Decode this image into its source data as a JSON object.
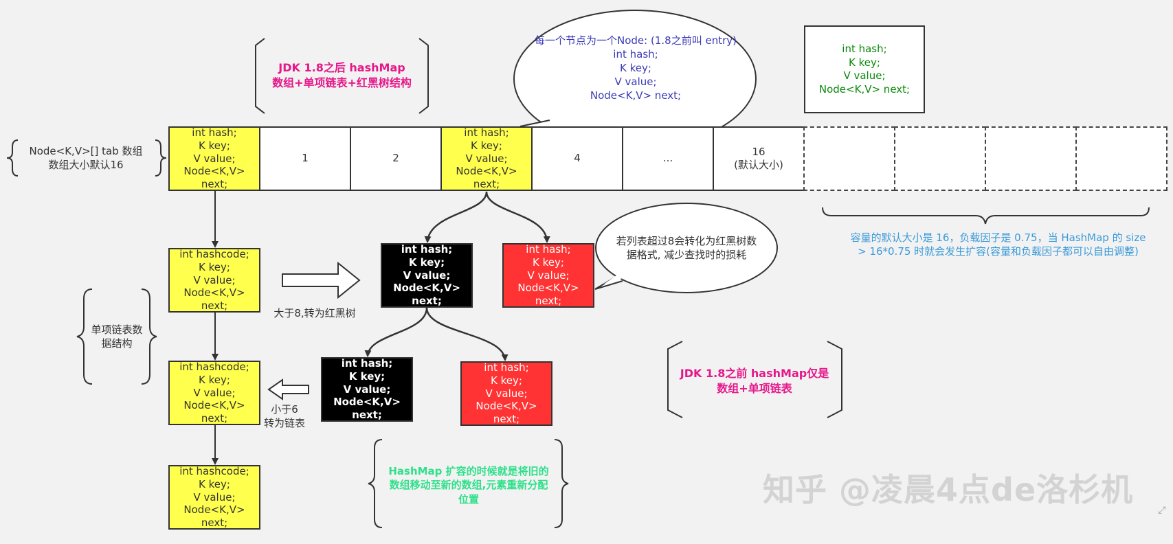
{
  "titles": {
    "after": "JDK 1.8之后 hashMap\n数组+单项链表+红黑树结构",
    "before": "JDK 1.8之前 hashMap仅是\n数组+单项链表"
  },
  "array": {
    "label": "Node<K,V>[] tab 数组\n数组大小默认16",
    "cells": [
      "int hash;\nK key;\nV value;\nNode<K,V>\nnext;",
      "1",
      "2",
      "int hash;\nK key;\nV value;\nNode<K,V>\nnext;",
      "4",
      "...",
      "16\n(默认大小)"
    ]
  },
  "node_callout": "每一个节点为一个Node: (1.8之前叫 entry)\nint hash;\nK key;\nV value;\nNode<K,V> next;",
  "node_box": "int hash;\nK key;\nV value;\nNode<K,V> next;",
  "capacity_note": "容量的默认大小是 16，负载因子是 0.75，当 HashMap 的 size\n> 16*0.75 时就会发生扩容(容量和负载因子都可以自由调整)",
  "linked_list": {
    "label": "单项链表数\n据结构",
    "nodes": [
      "int hashcode;\nK key;\nV value;\nNode<K,V>\nnext;",
      "int hashcode;\nK key;\nV value;\nNode<K,V>\nnext;",
      "int hashcode;\nK key;\nV value;\nNode<K,V>\nnext;"
    ]
  },
  "to_tree_label": "大于8,转为红黑树",
  "to_list_label": "小于6\n转为链表",
  "tree": {
    "root": "int hash;\nK key;\nV value;\nNode<K,V>\nnext;",
    "right": "int hash;\nK key;\nV value;\nNode<K,V>\nnext;",
    "ll": "int hash;\nK key;\nV value;\nNode<K,V>\nnext;",
    "lr": "int hash;\nK key;\nV value;\nNode<K,V>\nnext;"
  },
  "tree_callout": "若列表超过8会转化为红黑树数\n据格式, 减少查找时的损耗",
  "resize_note": "HashMap 扩容的时候就是将旧的\n数组移动至新的数组,元素重新分配\n位置",
  "watermark": "知乎 @凌晨4点de洛杉机",
  "colors": {
    "magenta": "#e6178a",
    "blue_text": "#3a3ab8",
    "green_text": "#0a8a0a",
    "cyan_text": "#3a9ad9",
    "teal_text": "#2ee08a",
    "yellow_node": "#ffff4d",
    "red_node": "#ff3333"
  }
}
